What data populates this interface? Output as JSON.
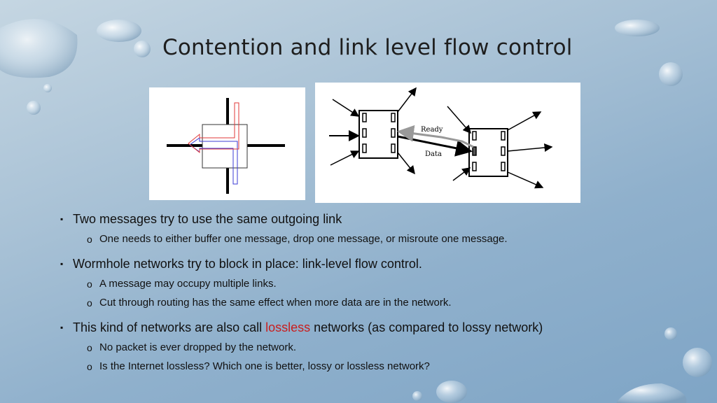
{
  "slide": {
    "title": "Contention and link level flow control"
  },
  "figures": {
    "right": {
      "ready_label": "Ready",
      "data_label": "Data"
    }
  },
  "bullets": [
    {
      "text": "Two messages try to use the same outgoing link",
      "subs": [
        "One needs to either buffer one message, drop one message, or misroute one message."
      ]
    },
    {
      "text": "Wormhole networks try to block in place: link-level flow control.",
      "subs": [
        "A message may occupy multiple links.",
        "Cut through routing has the same effect when more data are in the network."
      ]
    },
    {
      "text_before": "This kind of networks are also call ",
      "text_highlight": "lossless",
      "text_after": " networks (as compared to lossy network)",
      "subs": [
        "No packet is ever dropped by the network.",
        "Is the Internet lossless? Which one is better, lossy or lossless network?"
      ]
    }
  ],
  "markers": {
    "bullet": "▪",
    "sub": "o"
  },
  "colors": {
    "highlight": "#c81e1e",
    "ready_arrow": "#999999"
  }
}
